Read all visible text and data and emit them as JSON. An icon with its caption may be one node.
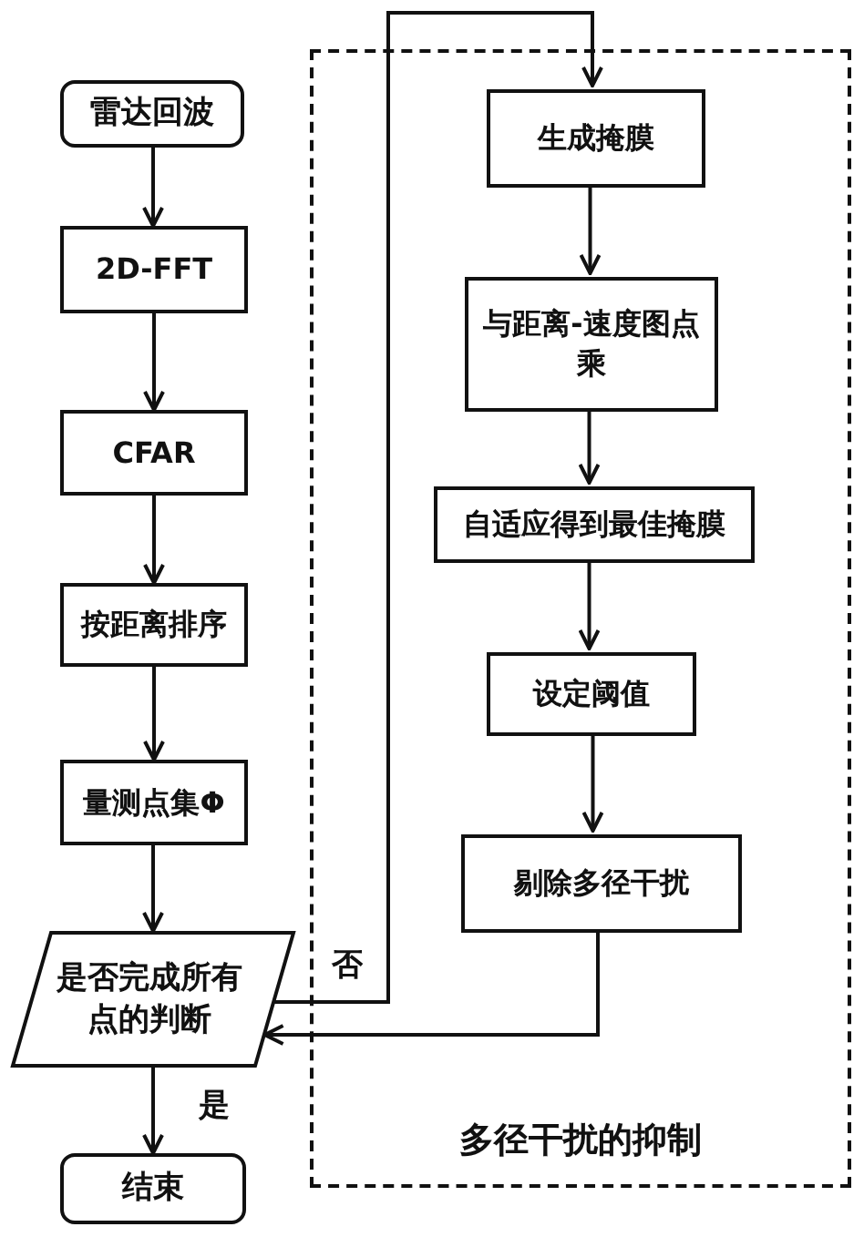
{
  "diagram": {
    "nodes": [
      {
        "text": [
          "雷达回波"
        ]
      },
      {
        "text": [
          "2D-FFT"
        ]
      },
      {
        "text": [
          "CFAR"
        ]
      },
      {
        "text": [
          "按距离排序"
        ]
      },
      {
        "text": [
          "量测点集Φ"
        ]
      },
      {
        "text": [
          "是否完成所有点的判断"
        ]
      },
      {
        "text": [
          "结束"
        ]
      },
      {
        "text": [
          "多径干扰的抑制"
        ]
      },
      {
        "text": [
          "生成掩膜"
        ],
        "in": 7
      },
      {
        "text": [
          "与距离-速度图点乘"
        ],
        "in": 7
      },
      {
        "text": [
          "自适应得到最佳掩膜"
        ],
        "in": 7
      },
      {
        "text": [
          "设定阈值"
        ],
        "in": 7
      },
      {
        "text": [
          "剔除多径干扰"
        ],
        "in": 7
      }
    ],
    "edges": [
      {
        "from": 0,
        "to": 1,
        "arrow": "to"
      },
      {
        "from": 1,
        "to": 2,
        "arrow": "to"
      },
      {
        "from": 2,
        "to": 3,
        "arrow": "to"
      },
      {
        "from": 3,
        "to": 4,
        "arrow": "to"
      },
      {
        "from": 4,
        "to": 5,
        "arrow": "to"
      },
      {
        "from": 5,
        "to": 8,
        "arrow": "to",
        "label": "否"
      },
      {
        "from": 8,
        "to": 9,
        "arrow": "to"
      },
      {
        "from": 9,
        "to": 10,
        "arrow": "to"
      },
      {
        "from": 10,
        "to": 11,
        "arrow": "to"
      },
      {
        "from": 11,
        "to": 12,
        "arrow": "to"
      },
      {
        "from": 12,
        "to": 5,
        "arrow": "to"
      },
      {
        "from": 5,
        "to": 6,
        "arrow": "to",
        "label": "是"
      }
    ]
  }
}
